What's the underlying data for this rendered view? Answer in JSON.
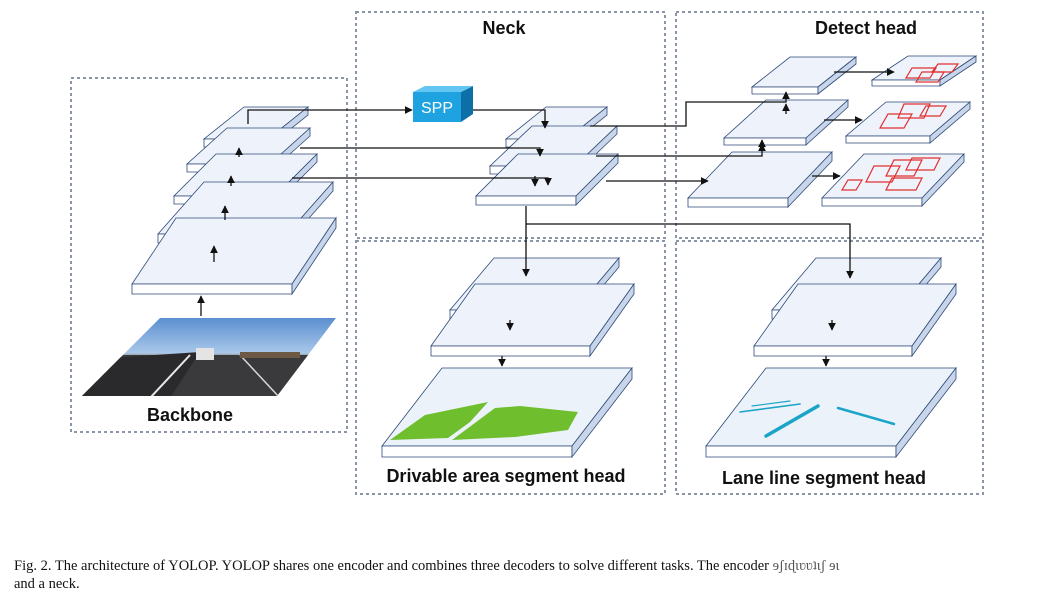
{
  "diagram": {
    "sections": {
      "backbone": "Backbone",
      "neck": "Neck",
      "detect_head": "Detect head",
      "drivable_head": "Drivable area segment head",
      "lane_head": "Lane line segment head"
    },
    "modules": {
      "spp": "SPP"
    }
  },
  "caption": {
    "figure_number": "Fig. 2.",
    "text": "The architecture of YOLOP. YOLOP shares one encoder and combines three decoders to solve different tasks. The encoder",
    "obscured": " ɘʃɪɖɩʋʋʇɩʃ ɘɩ",
    "line2": "and a neck."
  },
  "colors": {
    "layer_fill": "#eef3fb",
    "layer_edge": "#2d4a7a",
    "spp": "#1fa3e0",
    "drivable": "#6fbe2e",
    "lane": "#1aa5c8",
    "boxes": "#e03030",
    "dashed": "#8a96a8"
  }
}
